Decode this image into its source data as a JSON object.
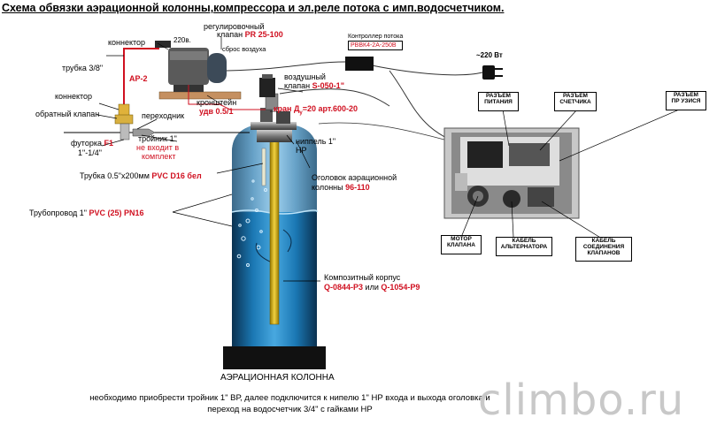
{
  "title": "Схема обвязки аэрационной колонны,компрессора и эл.реле потока с имп.водосчетчиком.",
  "labels": {
    "connector_top": "коннектор",
    "voltage_pump": "220в.",
    "valve_title": "регулировочный",
    "valve_name": "клапан",
    "valve_code": "PR 25-100",
    "air_release": "сброс воздуха",
    "tube_38": "трубка 3/8\"",
    "ap2": "АР-2",
    "connector_left": "коннектор",
    "check_valve": "обратный клапан",
    "adapter": "переходник",
    "fitting": "футорка",
    "fitting_code": "F1",
    "fitting_size": "1\"-1/4\"",
    "tee": "тройник 1\"",
    "not_included_1": "не входит в",
    "not_included_2": "комплект",
    "bracket": "кронштейн",
    "bracket_code": "удв 0.5/1",
    "air_valve_1": "воздушный",
    "air_valve_2": "клапан",
    "air_valve_code": "S-050-1\"",
    "crane": "кран Д",
    "crane_sub": "у",
    "crane_rest": "=20 арт.600-20",
    "nipple": "ниппель 1\"",
    "nipple_sub": "НР",
    "head_1": "Оголовок аэрационной",
    "head_2": "колонны",
    "head_code": "96-110",
    "tube_half": "Трубка 0.5\"x200мм",
    "tube_half_code": "PVC D16 бел",
    "pipe": "Трубопровод 1\"",
    "pipe_code": "PVC (25) PN16",
    "body": "Композитный корпус",
    "body_code1": "Q-0844-P3",
    "body_or": "или",
    "body_code2": "Q-1054-P9",
    "column": "АЭРАЦИОННАЯ КОЛОННА",
    "controller": "Контроллер потока",
    "controller_code": "РВВК4-2А-250В",
    "mains": "~220 Вт",
    "power_conn_1": "РАЗЪЕМ",
    "power_conn_2": "ПИТАНИЯ",
    "meter_conn_1": "РАЗЪЕМ",
    "meter_conn_2": "СЧЕТЧИКА",
    "sw_conn_1": "РАЗЪЕМ",
    "sw_conn_2": "ПР УЗИСЯ",
    "motor_1": "МОТОР",
    "motor_2": "КЛАПАНА",
    "alt_1": "КАБЕЛЬ",
    "alt_2": "АЛЬТЕРНАТОРА",
    "cable_1": "КАБЕЛЬ",
    "cable_2": "СОЕДИНЕНИЯ",
    "cable_3": "КЛАПАНОВ"
  },
  "footnote": {
    "line1": "необходимо приобрести тройник 1\" ВР, далее подключится к нипелю 1\" НР входа и выхода оголовка и",
    "line2": "переход на водосчетчик 3/4\" с гайками НР"
  },
  "watermark": "climbo.ru",
  "colors": {
    "accent": "#d01020",
    "tank_top": "#1a6fa8",
    "tank_bottom": "#0d3e63",
    "base": "#111111"
  }
}
